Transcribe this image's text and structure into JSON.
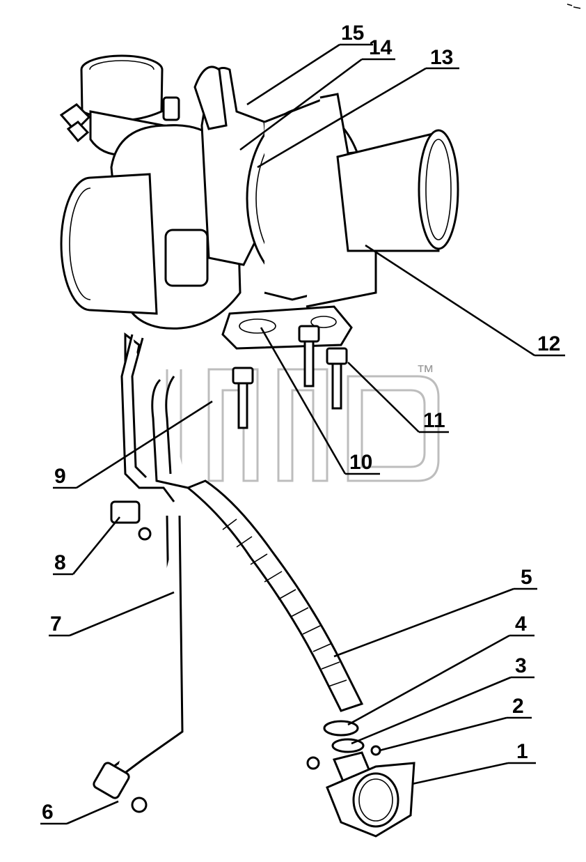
{
  "watermark": {
    "trademark": "™"
  },
  "callouts": [
    {
      "id": "15",
      "label": "15"
    },
    {
      "id": "14",
      "label": "14"
    },
    {
      "id": "13",
      "label": "13"
    },
    {
      "id": "12",
      "label": "12"
    },
    {
      "id": "11",
      "label": "11"
    },
    {
      "id": "10",
      "label": "10"
    },
    {
      "id": "9",
      "label": "9"
    },
    {
      "id": "8",
      "label": "8"
    },
    {
      "id": "7",
      "label": "7"
    },
    {
      "id": "6",
      "label": "6"
    },
    {
      "id": "5",
      "label": "5"
    },
    {
      "id": "4",
      "label": "4"
    },
    {
      "id": "3",
      "label": "3"
    },
    {
      "id": "2",
      "label": "2"
    },
    {
      "id": "1",
      "label": "1"
    }
  ]
}
